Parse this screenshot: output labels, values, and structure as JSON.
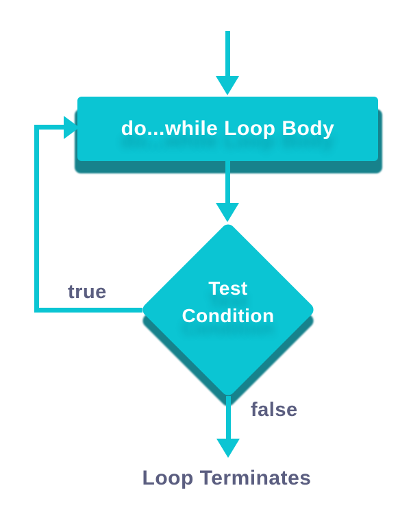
{
  "palette": {
    "cyan": "#0BC5D3",
    "teal_shadow": "#17828C",
    "slate": "#5B5E80",
    "white": "#FFFFFF"
  },
  "diagram": {
    "type": "flowchart",
    "topic": "do...while loop flow"
  },
  "nodes": {
    "loop_body": {
      "label": "do...while Loop Body",
      "shape": "rectangle"
    },
    "test_condition": {
      "line1": "Test",
      "line2": "Condition",
      "shape": "diamond"
    },
    "terminate": {
      "label": "Loop Terminates"
    }
  },
  "edges": {
    "entry": {
      "from": "start",
      "to": "loop_body"
    },
    "body_to_condition": {
      "from": "loop_body",
      "to": "test_condition"
    },
    "true_branch": {
      "label": "true",
      "from": "test_condition",
      "to": "loop_body"
    },
    "false_branch": {
      "label": "false",
      "from": "test_condition",
      "to": "terminate"
    }
  }
}
